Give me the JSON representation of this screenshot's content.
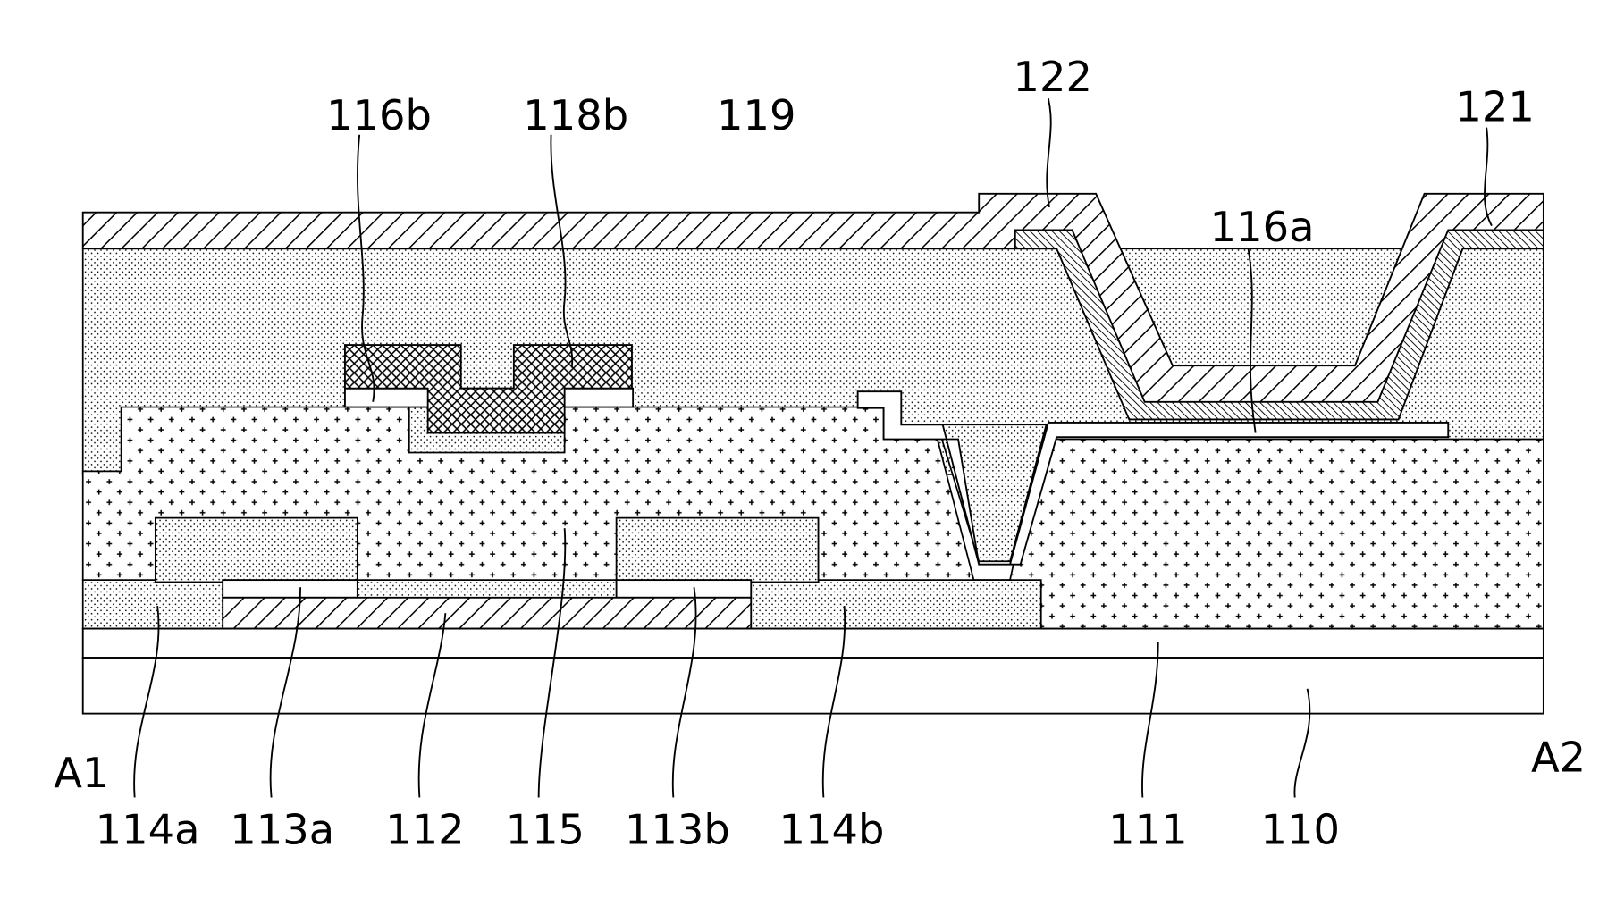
{
  "figure": {
    "labels": {
      "l116b": "116b",
      "l118b": "118b",
      "l119": "119",
      "l122": "122",
      "l121": "121",
      "l116a": "116a",
      "a1": "A1",
      "a2": "A2",
      "l114a": "114a",
      "l113a": "113a",
      "l112": "112",
      "l115": "115",
      "l113b": "113b",
      "l114b": "114b",
      "l111": "111",
      "l110": "110"
    }
  }
}
